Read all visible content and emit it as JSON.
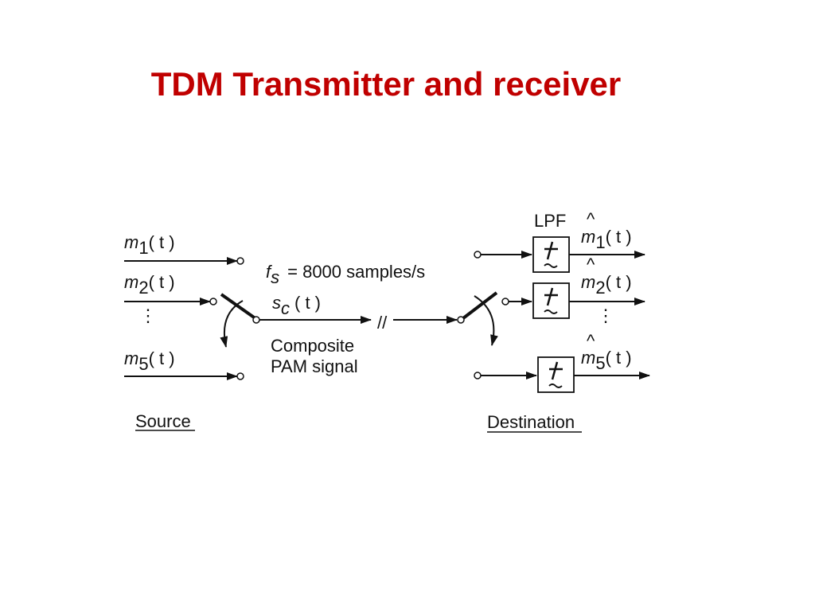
{
  "title": "TDM Transmitter and receiver",
  "colors": {
    "title": "#c00000",
    "ink": "#111111",
    "background": "#ffffff"
  },
  "source": {
    "label": "Source",
    "inputs": [
      {
        "symbol": "m",
        "index": "1",
        "arg": "( t )"
      },
      {
        "symbol": "m",
        "index": "2",
        "arg": "( t )"
      },
      {
        "symbol": "m",
        "index": "5",
        "arg": "( t )"
      }
    ],
    "ellipsis": "⋮"
  },
  "sampling": {
    "symbol": "f",
    "sub": "s",
    "value": "= 8000 samples/s"
  },
  "channel": {
    "signal_symbol": "s",
    "signal_sub": "c",
    "signal_arg": "( t )",
    "break_mark": "//",
    "caption_line1": "Composite",
    "caption_line2": "PAM signal"
  },
  "destination": {
    "label": "Destination",
    "lpf_label": "LPF",
    "filter_icon": "lowpass-filter-icon",
    "outputs": [
      {
        "hat": "^",
        "symbol": "m",
        "index": "1",
        "arg": "( t )"
      },
      {
        "hat": "^",
        "symbol": "m",
        "index": "2",
        "arg": "( t )"
      },
      {
        "hat": "^",
        "symbol": "m",
        "index": "5",
        "arg": "( t )"
      }
    ],
    "ellipsis": "⋮"
  }
}
